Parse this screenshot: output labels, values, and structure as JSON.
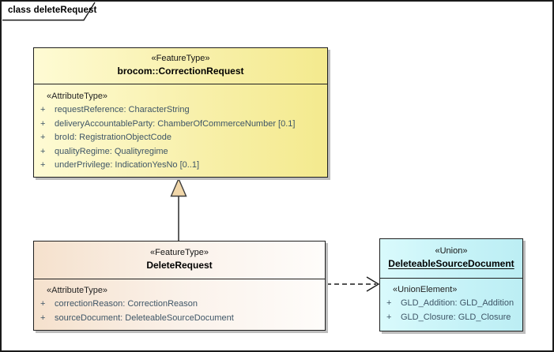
{
  "frame": {
    "label": "class deleteRequest"
  },
  "classes": [
    {
      "id": "correction-request",
      "stereotype": "«FeatureType»",
      "name": "brocom::CorrectionRequest",
      "attr_stereotype": "«AttributeType»",
      "attributes": [
        {
          "vis": "+",
          "text": "requestReference: CharacterString"
        },
        {
          "vis": "+",
          "text": "deliveryAccountableParty: ChamberOfCommerceNumber [0.1]"
        },
        {
          "vis": "+",
          "text": "broId: RegistrationObjectCode"
        },
        {
          "vis": "+",
          "text": "qualityRegime: Qualityregime"
        },
        {
          "vis": "+",
          "text": "underPrivilege: IndicationYesNo [0..1]"
        }
      ]
    },
    {
      "id": "delete-request",
      "stereotype": "«FeatureType»",
      "name": "DeleteRequest",
      "attr_stereotype": "«AttributeType»",
      "attributes": [
        {
          "vis": "+",
          "text": "correctionReason: CorrectionReason"
        },
        {
          "vis": "+",
          "text": "sourceDocument: DeleteableSourceDocument"
        }
      ]
    },
    {
      "id": "deleteable-source-document",
      "stereotype": "«Union»",
      "name": "DeleteableSourceDocument",
      "attr_stereotype": "«UnionElement»",
      "attributes": [
        {
          "vis": "+",
          "text": "GLD_Addition: GLD_Addition"
        },
        {
          "vis": "+",
          "text": "GLD_Closure: GLD_Closure"
        }
      ]
    }
  ],
  "relationships": [
    {
      "type": "generalization",
      "from": "DeleteRequest",
      "to": "brocom::CorrectionRequest"
    },
    {
      "type": "dependency-dashed",
      "from": "DeleteRequest",
      "to": "DeleteableSourceDocument"
    }
  ],
  "colors": {
    "featuretype_fill": "#f6ee9e",
    "delete_fill": "#f5e1cd",
    "union_fill": "#c5f2f7",
    "box_border": "#1f1f1f",
    "shadow": "#bdbdbd",
    "attribute_text": "#3e5566",
    "triangle_fill": "#f1d7a9"
  }
}
